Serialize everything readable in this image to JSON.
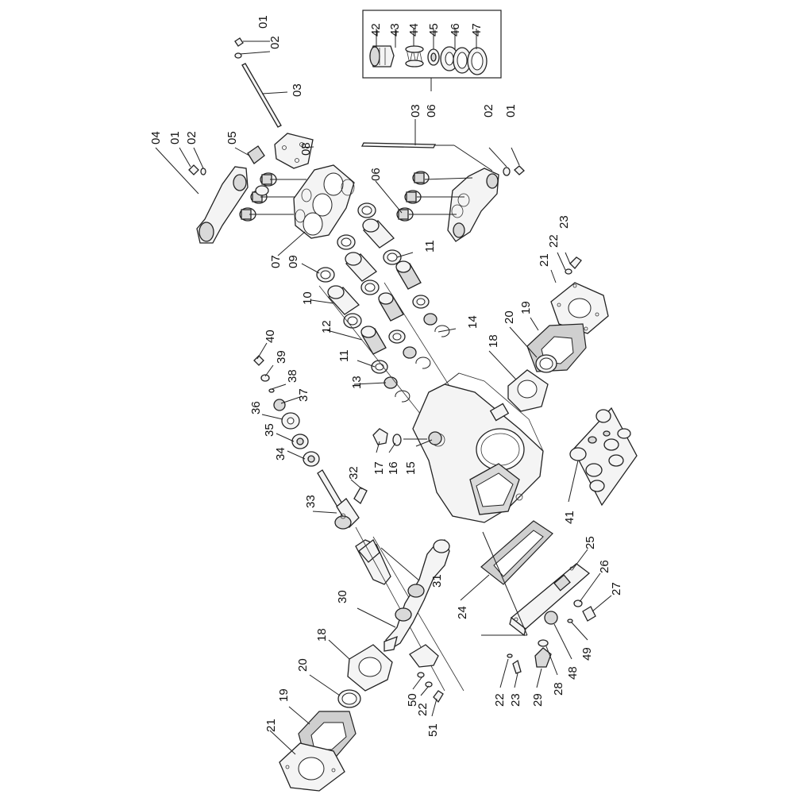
{
  "labels": {
    "l01a": "01",
    "l02a": "02",
    "l03a": "03",
    "l42": "42",
    "l43": "43",
    "l44": "44",
    "l45": "45",
    "l46": "46",
    "l47": "47",
    "l06a": "06",
    "l03b": "03",
    "l06b": "06",
    "l02b": "02",
    "l01b": "01",
    "l04": "04",
    "l01c": "01",
    "l02c": "02",
    "l05": "05",
    "l08": "08",
    "l07": "07",
    "l09": "09",
    "l11a": "11",
    "l10": "10",
    "l12": "12",
    "l11b": "11",
    "l13": "13",
    "l14": "14",
    "l23a": "23",
    "l22a": "22",
    "l21a": "21",
    "l19a": "19",
    "l20a": "20",
    "l18a": "18",
    "l40": "40",
    "l39": "39",
    "l38": "38",
    "l37": "37",
    "l36": "36",
    "l35": "35",
    "l34": "34",
    "l17": "17",
    "l16": "16",
    "l15": "15",
    "l32": "32",
    "l33": "33",
    "l41": "41",
    "l25": "25",
    "l26": "26",
    "l27": "27",
    "l24": "24",
    "l31": "31",
    "l30": "30",
    "l49": "49",
    "l48": "48",
    "l28": "28",
    "l29": "29",
    "l23b": "23",
    "l22b": "22",
    "l50": "50",
    "l22c": "22",
    "l51": "51",
    "l18b": "18",
    "l20b": "20",
    "l19b": "19",
    "l21b": "21"
  }
}
